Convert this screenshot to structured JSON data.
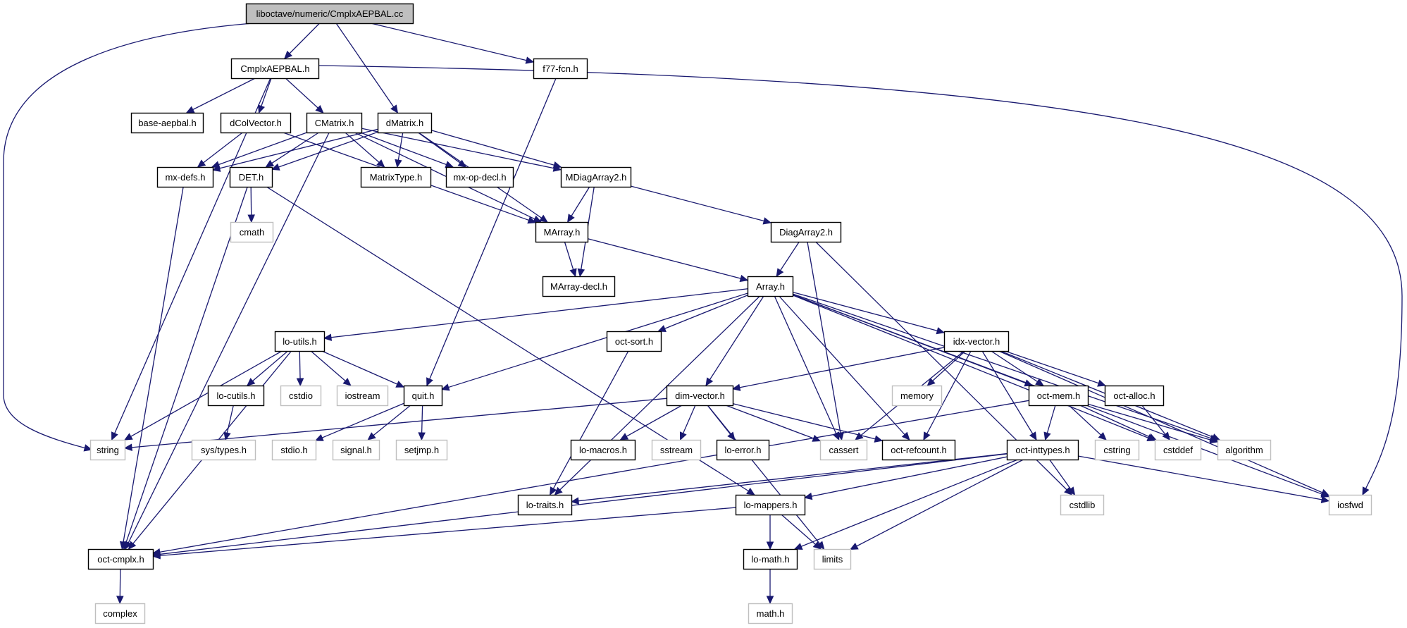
{
  "diagram": {
    "type": "include-dependency-graph",
    "root": "liboctave/numeric/CmplxAEPBAL.cc",
    "colors": {
      "edge": "#191970",
      "root_fill": "#bfbfbf",
      "documented_border": "#000000",
      "external_border": "#bfbfbf"
    },
    "nodes": [
      {
        "id": "root",
        "label": "liboctave/numeric/CmplxAEPBAL.cc",
        "kind": "root"
      },
      {
        "id": "CmplxAEPBAL_h",
        "label": "CmplxAEPBAL.h",
        "kind": "doc"
      },
      {
        "id": "f77_fcn_h",
        "label": "f77-fcn.h",
        "kind": "doc"
      },
      {
        "id": "base_aepbal_h",
        "label": "base-aepbal.h",
        "kind": "doc"
      },
      {
        "id": "dColVector_h",
        "label": "dColVector.h",
        "kind": "doc"
      },
      {
        "id": "CMatrix_h",
        "label": "CMatrix.h",
        "kind": "doc"
      },
      {
        "id": "dMatrix_h",
        "label": "dMatrix.h",
        "kind": "doc"
      },
      {
        "id": "mx_defs_h",
        "label": "mx-defs.h",
        "kind": "doc"
      },
      {
        "id": "DET_h",
        "label": "DET.h",
        "kind": "doc"
      },
      {
        "id": "MatrixType_h",
        "label": "MatrixType.h",
        "kind": "doc"
      },
      {
        "id": "mx_op_decl_h",
        "label": "mx-op-decl.h",
        "kind": "doc"
      },
      {
        "id": "MDiagArray2_h",
        "label": "MDiagArray2.h",
        "kind": "doc"
      },
      {
        "id": "cmath",
        "label": "cmath",
        "kind": "ext"
      },
      {
        "id": "MArray_h",
        "label": "MArray.h",
        "kind": "doc"
      },
      {
        "id": "DiagArray2_h",
        "label": "DiagArray2.h",
        "kind": "doc"
      },
      {
        "id": "MArray_decl_h",
        "label": "MArray-decl.h",
        "kind": "doc"
      },
      {
        "id": "Array_h",
        "label": "Array.h",
        "kind": "doc"
      },
      {
        "id": "lo_utils_h",
        "label": "lo-utils.h",
        "kind": "doc"
      },
      {
        "id": "oct_sort_h",
        "label": "oct-sort.h",
        "kind": "doc"
      },
      {
        "id": "idx_vector_h",
        "label": "idx-vector.h",
        "kind": "doc"
      },
      {
        "id": "lo_cutils_h",
        "label": "lo-cutils.h",
        "kind": "doc"
      },
      {
        "id": "cstdio",
        "label": "cstdio",
        "kind": "ext"
      },
      {
        "id": "iostream",
        "label": "iostream",
        "kind": "ext"
      },
      {
        "id": "quit_h",
        "label": "quit.h",
        "kind": "doc"
      },
      {
        "id": "dim_vector_h",
        "label": "dim-vector.h",
        "kind": "doc"
      },
      {
        "id": "memory",
        "label": "memory",
        "kind": "ext"
      },
      {
        "id": "oct_mem_h",
        "label": "oct-mem.h",
        "kind": "doc"
      },
      {
        "id": "oct_alloc_h",
        "label": "oct-alloc.h",
        "kind": "doc"
      },
      {
        "id": "string",
        "label": "string",
        "kind": "ext"
      },
      {
        "id": "sys_types_h",
        "label": "sys/types.h",
        "kind": "ext"
      },
      {
        "id": "stdio_h",
        "label": "stdio.h",
        "kind": "ext"
      },
      {
        "id": "signal_h",
        "label": "signal.h",
        "kind": "ext"
      },
      {
        "id": "setjmp_h",
        "label": "setjmp.h",
        "kind": "ext"
      },
      {
        "id": "lo_macros_h",
        "label": "lo-macros.h",
        "kind": "doc"
      },
      {
        "id": "sstream",
        "label": "sstream",
        "kind": "ext"
      },
      {
        "id": "lo_error_h",
        "label": "lo-error.h",
        "kind": "doc"
      },
      {
        "id": "cassert",
        "label": "cassert",
        "kind": "ext"
      },
      {
        "id": "oct_refcount_h",
        "label": "oct-refcount.h",
        "kind": "doc"
      },
      {
        "id": "oct_inttypes_h",
        "label": "oct-inttypes.h",
        "kind": "doc"
      },
      {
        "id": "cstring",
        "label": "cstring",
        "kind": "ext"
      },
      {
        "id": "cstddef",
        "label": "cstddef",
        "kind": "ext"
      },
      {
        "id": "algorithm",
        "label": "algorithm",
        "kind": "ext"
      },
      {
        "id": "lo_traits_h",
        "label": "lo-traits.h",
        "kind": "doc"
      },
      {
        "id": "lo_mappers_h",
        "label": "lo-mappers.h",
        "kind": "doc"
      },
      {
        "id": "cstdlib",
        "label": "cstdlib",
        "kind": "ext"
      },
      {
        "id": "iosfwd",
        "label": "iosfwd",
        "kind": "ext"
      },
      {
        "id": "oct_cmplx_h",
        "label": "oct-cmplx.h",
        "kind": "doc"
      },
      {
        "id": "lo_math_h",
        "label": "lo-math.h",
        "kind": "doc"
      },
      {
        "id": "limits",
        "label": "limits",
        "kind": "ext"
      },
      {
        "id": "complex",
        "label": "complex",
        "kind": "ext"
      },
      {
        "id": "math_h",
        "label": "math.h",
        "kind": "ext"
      }
    ],
    "edges": [
      [
        "root",
        "CmplxAEPBAL_h"
      ],
      [
        "root",
        "dMatrix_h"
      ],
      [
        "root",
        "f77_fcn_h"
      ],
      [
        "root",
        "string"
      ],
      [
        "CmplxAEPBAL_h",
        "base_aepbal_h"
      ],
      [
        "CmplxAEPBAL_h",
        "dColVector_h"
      ],
      [
        "CmplxAEPBAL_h",
        "CMatrix_h"
      ],
      [
        "CmplxAEPBAL_h",
        "string"
      ],
      [
        "CmplxAEPBAL_h",
        "iosfwd"
      ],
      [
        "f77_fcn_h",
        "quit_h"
      ],
      [
        "dColVector_h",
        "mx_defs_h"
      ],
      [
        "dColVector_h",
        "MArray_h"
      ],
      [
        "CMatrix_h",
        "mx_defs_h"
      ],
      [
        "CMatrix_h",
        "DET_h"
      ],
      [
        "CMatrix_h",
        "MatrixType_h"
      ],
      [
        "CMatrix_h",
        "mx_op_decl_h"
      ],
      [
        "CMatrix_h",
        "MDiagArray2_h"
      ],
      [
        "CMatrix_h",
        "MArray_h"
      ],
      [
        "CMatrix_h",
        "oct_cmplx_h"
      ],
      [
        "dMatrix_h",
        "mx_defs_h"
      ],
      [
        "dMatrix_h",
        "DET_h"
      ],
      [
        "dMatrix_h",
        "MatrixType_h"
      ],
      [
        "dMatrix_h",
        "mx_op_decl_h"
      ],
      [
        "dMatrix_h",
        "MDiagArray2_h"
      ],
      [
        "dMatrix_h",
        "MArray_h"
      ],
      [
        "mx_defs_h",
        "oct_cmplx_h"
      ],
      [
        "DET_h",
        "cmath"
      ],
      [
        "DET_h",
        "oct_cmplx_h"
      ],
      [
        "DET_h",
        "lo_mappers_h"
      ],
      [
        "MDiagArray2_h",
        "MArray_h"
      ],
      [
        "MDiagArray2_h",
        "MArray_decl_h"
      ],
      [
        "MDiagArray2_h",
        "DiagArray2_h"
      ],
      [
        "MArray_h",
        "MArray_decl_h"
      ],
      [
        "MArray_h",
        "Array_h"
      ],
      [
        "DiagArray2_h",
        "Array_h"
      ],
      [
        "DiagArray2_h",
        "cassert"
      ],
      [
        "DiagArray2_h",
        "cstdlib"
      ],
      [
        "Array_h",
        "lo_utils_h"
      ],
      [
        "Array_h",
        "oct_sort_h"
      ],
      [
        "Array_h",
        "quit_h"
      ],
      [
        "Array_h",
        "dim_vector_h"
      ],
      [
        "Array_h",
        "lo_traits_h"
      ],
      [
        "Array_h",
        "cassert"
      ],
      [
        "Array_h",
        "oct_refcount_h"
      ],
      [
        "Array_h",
        "idx_vector_h"
      ],
      [
        "Array_h",
        "oct_mem_h"
      ],
      [
        "Array_h",
        "cstddef"
      ],
      [
        "Array_h",
        "algorithm"
      ],
      [
        "Array_h",
        "iosfwd"
      ],
      [
        "lo_utils_h",
        "lo_cutils_h"
      ],
      [
        "lo_utils_h",
        "cstdio"
      ],
      [
        "lo_utils_h",
        "iostream"
      ],
      [
        "lo_utils_h",
        "quit_h"
      ],
      [
        "lo_utils_h",
        "string"
      ],
      [
        "lo_utils_h",
        "oct_cmplx_h"
      ],
      [
        "lo_cutils_h",
        "sys_types_h"
      ],
      [
        "quit_h",
        "stdio_h"
      ],
      [
        "quit_h",
        "signal_h"
      ],
      [
        "quit_h",
        "setjmp_h"
      ],
      [
        "oct_sort_h",
        "lo_traits_h"
      ],
      [
        "idx_vector_h",
        "dim_vector_h"
      ],
      [
        "idx_vector_h",
        "memory"
      ],
      [
        "idx_vector_h",
        "cassert"
      ],
      [
        "idx_vector_h",
        "oct_refcount_h"
      ],
      [
        "idx_vector_h",
        "oct_inttypes_h"
      ],
      [
        "idx_vector_h",
        "oct_mem_h"
      ],
      [
        "idx_vector_h",
        "oct_alloc_h"
      ],
      [
        "idx_vector_h",
        "algorithm"
      ],
      [
        "idx_vector_h",
        "iosfwd"
      ],
      [
        "dim_vector_h",
        "string"
      ],
      [
        "dim_vector_h",
        "lo_macros_h"
      ],
      [
        "dim_vector_h",
        "sstream"
      ],
      [
        "dim_vector_h",
        "lo_error_h"
      ],
      [
        "dim_vector_h",
        "cassert"
      ],
      [
        "dim_vector_h",
        "oct_refcount_h"
      ],
      [
        "dim_vector_h",
        "limits"
      ],
      [
        "oct_mem_h",
        "oct_inttypes_h"
      ],
      [
        "oct_mem_h",
        "cstring"
      ],
      [
        "oct_mem_h",
        "cstddef"
      ],
      [
        "oct_mem_h",
        "algorithm"
      ],
      [
        "oct_mem_h",
        "oct_cmplx_h"
      ],
      [
        "oct_alloc_h",
        "cstddef"
      ],
      [
        "oct_inttypes_h",
        "cstdlib"
      ],
      [
        "oct_inttypes_h",
        "iosfwd"
      ],
      [
        "oct_inttypes_h",
        "lo_traits_h"
      ],
      [
        "oct_inttypes_h",
        "lo_mappers_h"
      ],
      [
        "oct_inttypes_h",
        "lo_math_h"
      ],
      [
        "oct_inttypes_h",
        "limits"
      ],
      [
        "oct_inttypes_h",
        "oct_cmplx_h"
      ],
      [
        "lo_mappers_h",
        "lo_math_h"
      ],
      [
        "lo_mappers_h",
        "limits"
      ],
      [
        "lo_mappers_h",
        "oct_cmplx_h"
      ],
      [
        "oct_cmplx_h",
        "complex"
      ],
      [
        "lo_math_h",
        "math_h"
      ]
    ]
  }
}
